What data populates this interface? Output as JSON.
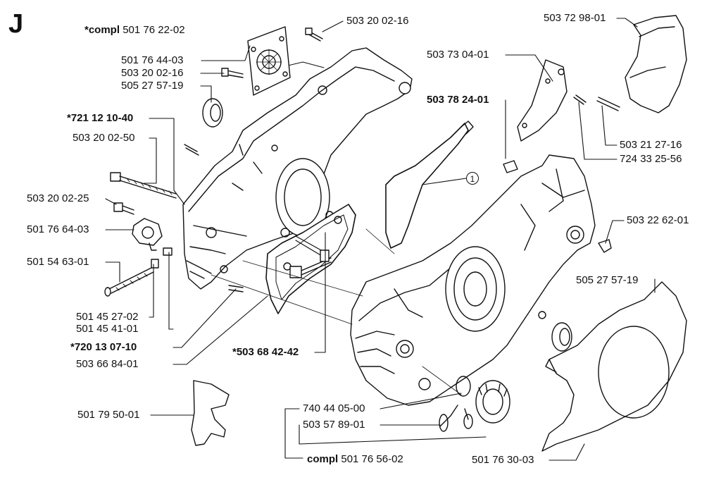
{
  "section_letter": "J",
  "callout_number": "1",
  "labels": {
    "compl_top_prefix": "*compl",
    "compl_top_number": "501 76 22-02",
    "p_5032002_16_top": "503 20 02-16",
    "p_5017644_03": "501 76 44-03",
    "p_5032002_16_left": "503 20 02-16",
    "p_5052757_19_left": "505 27 57-19",
    "p_7211210_40": "*721 12 10-40",
    "p_5032002_50": "503 20 02-50",
    "p_5032002_25": "503 20 02-25",
    "p_5017664_03": "501 76 64-03",
    "p_5015463_01": "501 54 63-01",
    "p_5014527_02": "501 45 27-02",
    "p_5014541_01": "501 45 41-01",
    "p_7201307_10": "*720 13 07-10",
    "p_5036684_01": "503 66 84-01",
    "p_5036842_42": "*503 68 42-42",
    "p_5017950_01": "501 79 50-01",
    "p_7404405_00": "740 44 05-00",
    "p_5035789_01": "503 57 89-01",
    "compl_bottom_prefix": "compl",
    "compl_bottom_number": "501 76 56-02",
    "p_5017630_03": "501 76 30-03",
    "p_5037298_01": "503 72 98-01",
    "p_5037304_01": "503 73 04-01",
    "p_5037824_01": "503 78 24-01",
    "p_5032127_16": "503 21 27-16",
    "p_7243325_56": "724 33 25-56",
    "p_5032262_01": "503 22 62-01",
    "p_5052757_19_right": "505 27 57-19"
  }
}
